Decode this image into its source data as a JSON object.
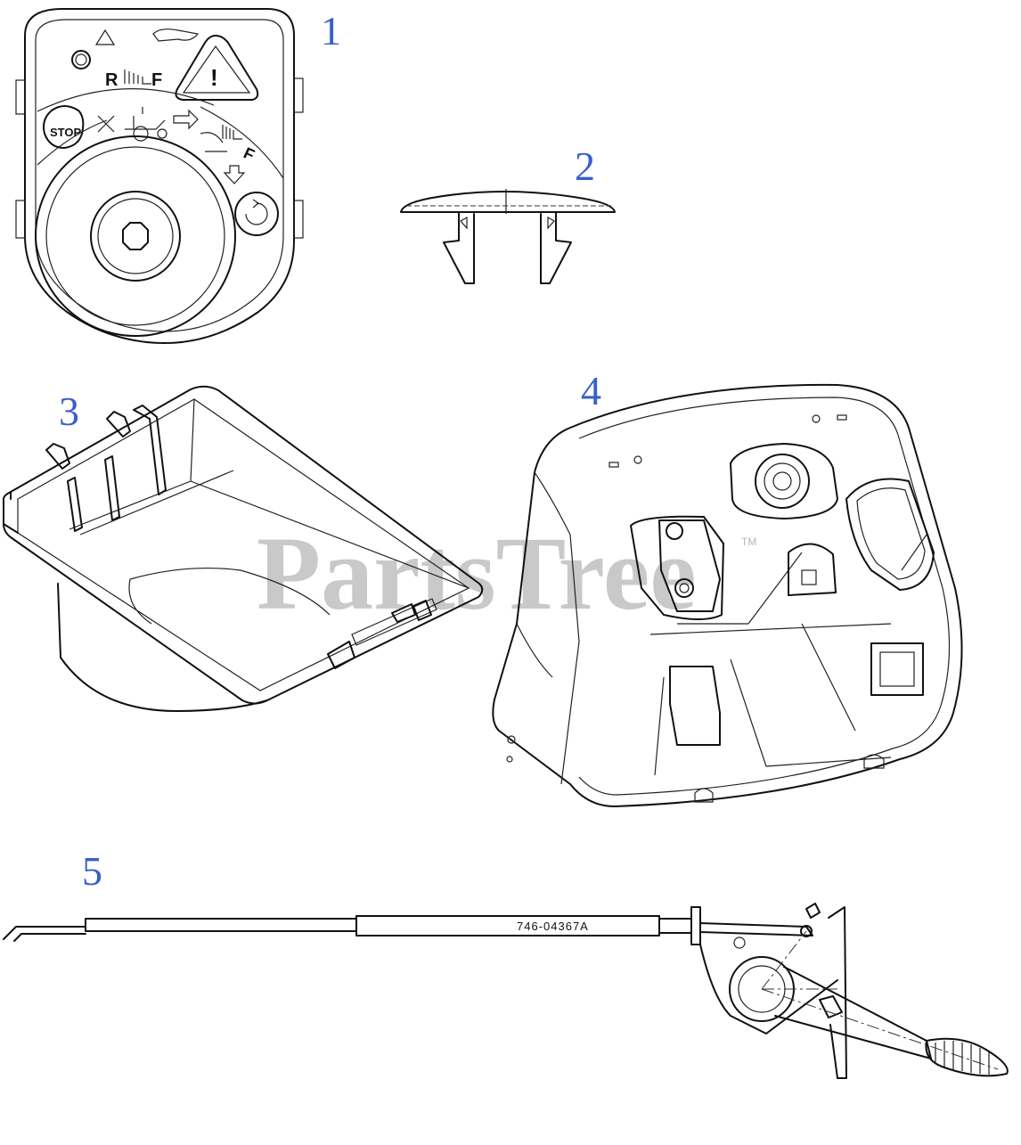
{
  "watermark": {
    "brand": "PartsTree",
    "trademark": "TM"
  },
  "callouts": [
    {
      "number": "1"
    },
    {
      "number": "2"
    },
    {
      "number": "3"
    },
    {
      "number": "4"
    },
    {
      "number": "5"
    }
  ],
  "parts": {
    "ignition_switch": {
      "markings": {
        "stop": "STOP",
        "reverse": "R",
        "forward": "F",
        "forward_2": "F",
        "exclaim": "!"
      }
    },
    "push_pin": {},
    "switch_housing": {},
    "dash_panel": {},
    "cable_lever": {
      "part_number": "746-04367A"
    }
  }
}
